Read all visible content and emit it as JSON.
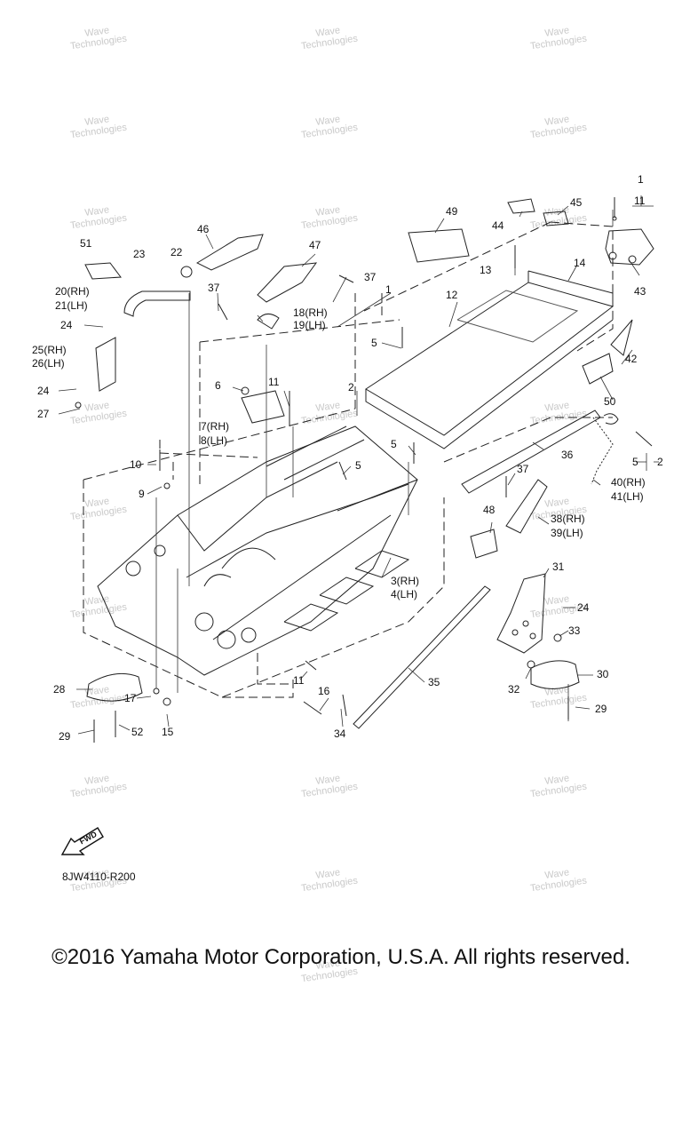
{
  "watermark": {
    "line1": "Wave",
    "line2": "Technologies"
  },
  "callouts": [
    {
      "id": "c1a",
      "text": "1"
    },
    {
      "id": "c11a",
      "text": "11"
    },
    {
      "id": "c45",
      "text": "45"
    },
    {
      "id": "c44",
      "text": "44"
    },
    {
      "id": "c49",
      "text": "49"
    },
    {
      "id": "c46",
      "text": "46"
    },
    {
      "id": "c22",
      "text": "22"
    },
    {
      "id": "c51",
      "text": "51"
    },
    {
      "id": "c23",
      "text": "23"
    },
    {
      "id": "c47",
      "text": "47"
    },
    {
      "id": "c13",
      "text": "13"
    },
    {
      "id": "c14",
      "text": "14"
    },
    {
      "id": "c43",
      "text": "43"
    },
    {
      "id": "c20",
      "text": "20(RH)"
    },
    {
      "id": "c21",
      "text": "21(LH)"
    },
    {
      "id": "c37a",
      "text": "37"
    },
    {
      "id": "c37b",
      "text": "37"
    },
    {
      "id": "c1b",
      "text": "1"
    },
    {
      "id": "c12",
      "text": "12"
    },
    {
      "id": "c18",
      "text": "18(RH)"
    },
    {
      "id": "c19",
      "text": "19(LH)"
    },
    {
      "id": "c24a",
      "text": "24"
    },
    {
      "id": "c25",
      "text": "25(RH)"
    },
    {
      "id": "c26",
      "text": "26(LH)"
    },
    {
      "id": "c5a",
      "text": "5"
    },
    {
      "id": "c42",
      "text": "42"
    },
    {
      "id": "c24b",
      "text": "24"
    },
    {
      "id": "c6",
      "text": "6"
    },
    {
      "id": "c11b",
      "text": "11"
    },
    {
      "id": "c2a",
      "text": "2"
    },
    {
      "id": "c50",
      "text": "50"
    },
    {
      "id": "c27",
      "text": "27"
    },
    {
      "id": "c7",
      "text": "7(RH)"
    },
    {
      "id": "c8",
      "text": "8(LH)"
    },
    {
      "id": "c5b",
      "text": "5"
    },
    {
      "id": "c36",
      "text": "36"
    },
    {
      "id": "c5c",
      "text": "5"
    },
    {
      "id": "c2b",
      "text": "2"
    },
    {
      "id": "c10",
      "text": "10"
    },
    {
      "id": "c5d",
      "text": "5"
    },
    {
      "id": "c37c",
      "text": "37"
    },
    {
      "id": "c40",
      "text": "40(RH)"
    },
    {
      "id": "c41",
      "text": "41(LH)"
    },
    {
      "id": "c9",
      "text": "9"
    },
    {
      "id": "c48",
      "text": "48"
    },
    {
      "id": "c38",
      "text": "38(RH)"
    },
    {
      "id": "c39",
      "text": "39(LH)"
    },
    {
      "id": "c31",
      "text": "31"
    },
    {
      "id": "c3",
      "text": "3(RH)"
    },
    {
      "id": "c4",
      "text": "4(LH)"
    },
    {
      "id": "c24c",
      "text": "24"
    },
    {
      "id": "c33",
      "text": "33"
    },
    {
      "id": "c30",
      "text": "30"
    },
    {
      "id": "c35",
      "text": "35"
    },
    {
      "id": "c28",
      "text": "28"
    },
    {
      "id": "c11c",
      "text": "11"
    },
    {
      "id": "c16",
      "text": "16"
    },
    {
      "id": "c17",
      "text": "17"
    },
    {
      "id": "c32",
      "text": "32"
    },
    {
      "id": "c29a",
      "text": "29"
    },
    {
      "id": "c29b",
      "text": "29"
    },
    {
      "id": "c52",
      "text": "52"
    },
    {
      "id": "c15",
      "text": "15"
    },
    {
      "id": "c34",
      "text": "34"
    }
  ],
  "fwd_label": "FWD",
  "diagram_code": "8JW4110-R200",
  "copyright": "©2016 Yamaha Motor Corporation, U.S.A. All rights reserved."
}
